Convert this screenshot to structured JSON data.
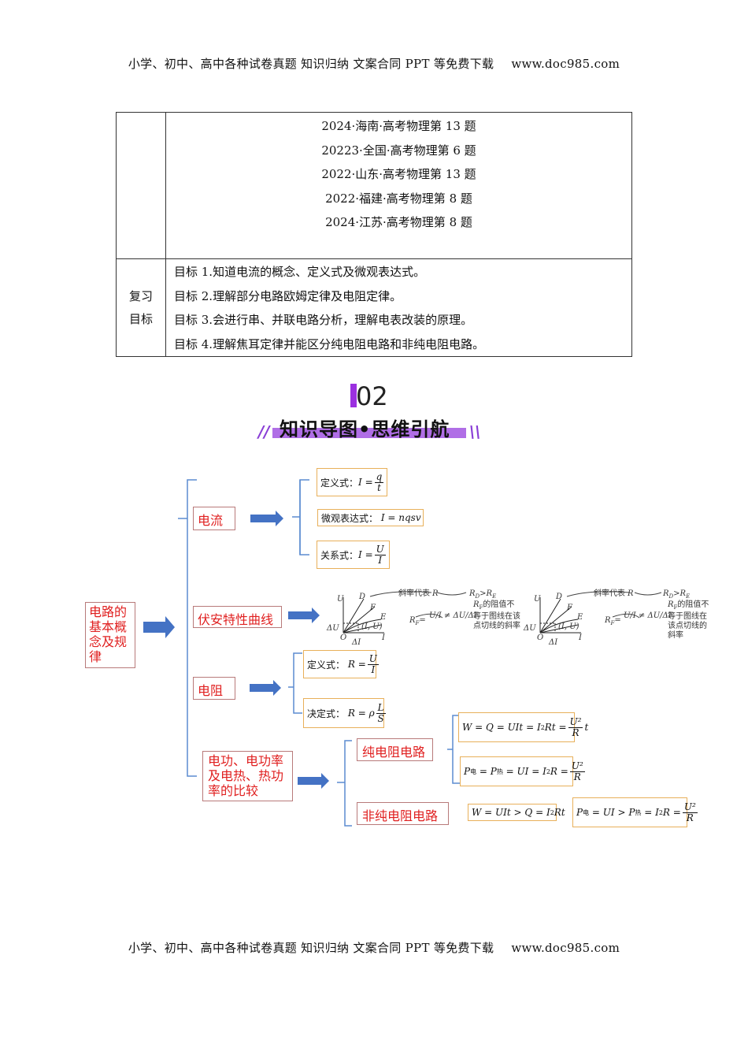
{
  "header": {
    "text": "小学、初中、高中各种试卷真题  知识归纳  文案合同  PPT 等免费下载",
    "site": "www.doc985.com"
  },
  "footer": {
    "text": "小学、初中、高中各种试卷真题  知识归纳  文案合同  PPT 等免费下载",
    "site": "www.doc985.com"
  },
  "table": {
    "refs": [
      "2024·海南·高考物理第 13 题",
      "20223·全国·高考物理第 6 题",
      "2022·山东·高考物理第 13 题",
      "2022·福建·高考物理第 8 题",
      "2024·江苏·高考物理第 8 题"
    ],
    "goals_label_1": "复习",
    "goals_label_2": "目标",
    "goals": [
      "目标 1.知道电流的概念、定义式及微观表达式。",
      "目标 2.理解部分电路欧姆定律及电阻定律。",
      "目标 3.会进行串、并联电路分析，理解电表改装的原理。",
      "目标 4.理解焦耳定律并能区分纯电阻电路和非纯电阻电路。"
    ]
  },
  "section": {
    "number": "02",
    "title": "知识导图•思维引航"
  },
  "mindmap": {
    "root": "电路的基本概念及规律",
    "current": {
      "label": "电流",
      "def_label": "定义式：",
      "micro_label": "微观表达式：",
      "micro_formula": "I = nqsv",
      "rel_label": "关系式："
    },
    "iv_curve": {
      "label": "伏安特性曲线",
      "slope_text": "斜率代表",
      "note": "的阻值不等于图线在该点切线的斜率"
    },
    "resistance": {
      "label": "电阻",
      "def_label": "定义式：",
      "det_label": "决定式："
    },
    "work": {
      "label": "电功、电功率及电热、热功率的比较",
      "pure": "纯电阻电路",
      "nonpure": "非纯电阻电路"
    }
  },
  "colors": {
    "node_text": "#e02020",
    "arrow": "#4472c4",
    "bracket": "#5b8bd0",
    "formula_border": "#e8b05a",
    "title_bar": "#b06ee6"
  }
}
